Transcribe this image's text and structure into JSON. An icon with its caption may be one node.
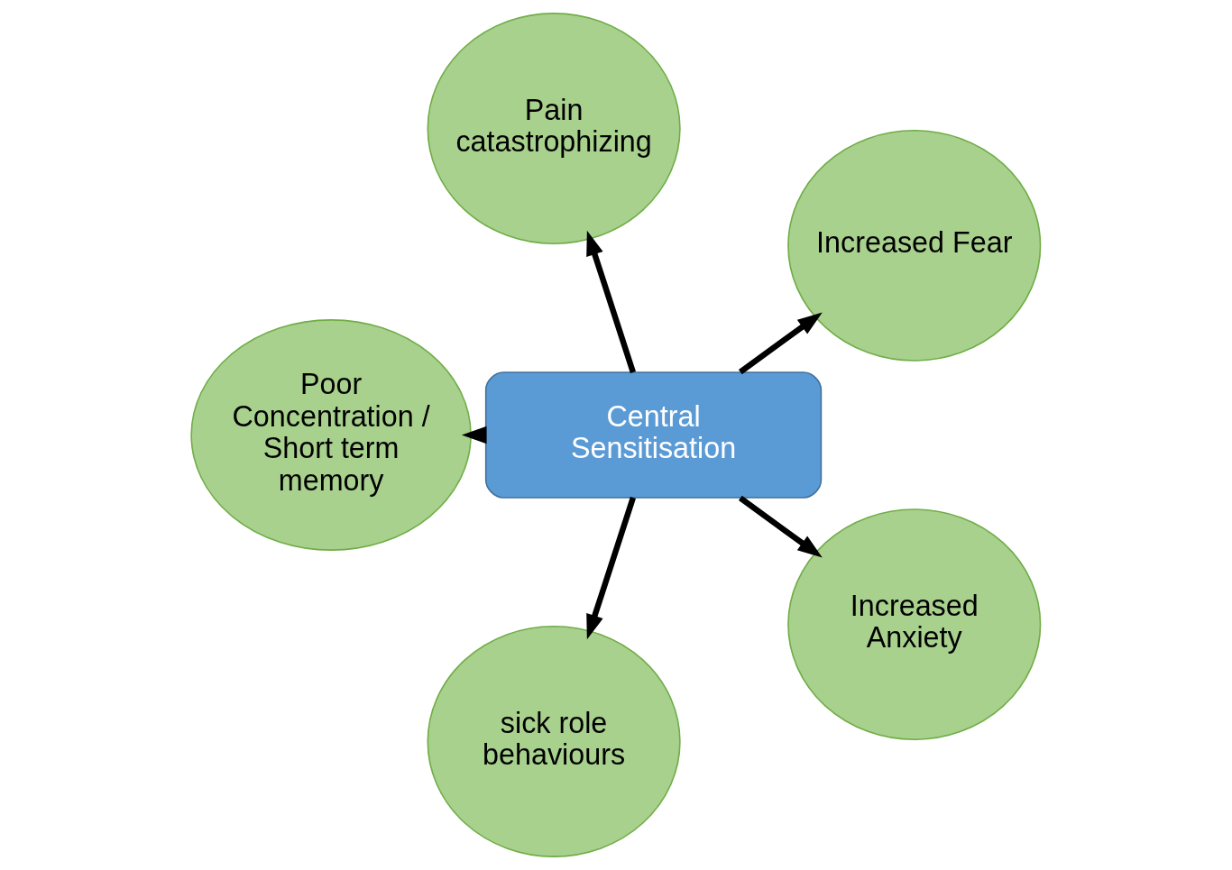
{
  "diagram": {
    "nodes": [
      {
        "text": [
          "Increased Fear"
        ]
      },
      {
        "text": [
          "Pain catastrophizing"
        ]
      },
      {
        "text": [
          "Poor Concentration / Short term memory"
        ]
      },
      {
        "text": [
          "Central Sensitisation"
        ]
      },
      {
        "text": [
          "sick role behaviours"
        ]
      },
      {
        "text": [
          "Increased Anxiety"
        ]
      }
    ],
    "edges": [
      {
        "from": 3,
        "to": 0,
        "arrow": "to"
      },
      {
        "from": 3,
        "to": 1,
        "arrow": "to"
      },
      {
        "from": 3,
        "to": 2,
        "arrow": "to"
      },
      {
        "from": 3,
        "to": 4,
        "arrow": "to"
      },
      {
        "from": 3,
        "to": 5,
        "arrow": "to"
      }
    ]
  }
}
